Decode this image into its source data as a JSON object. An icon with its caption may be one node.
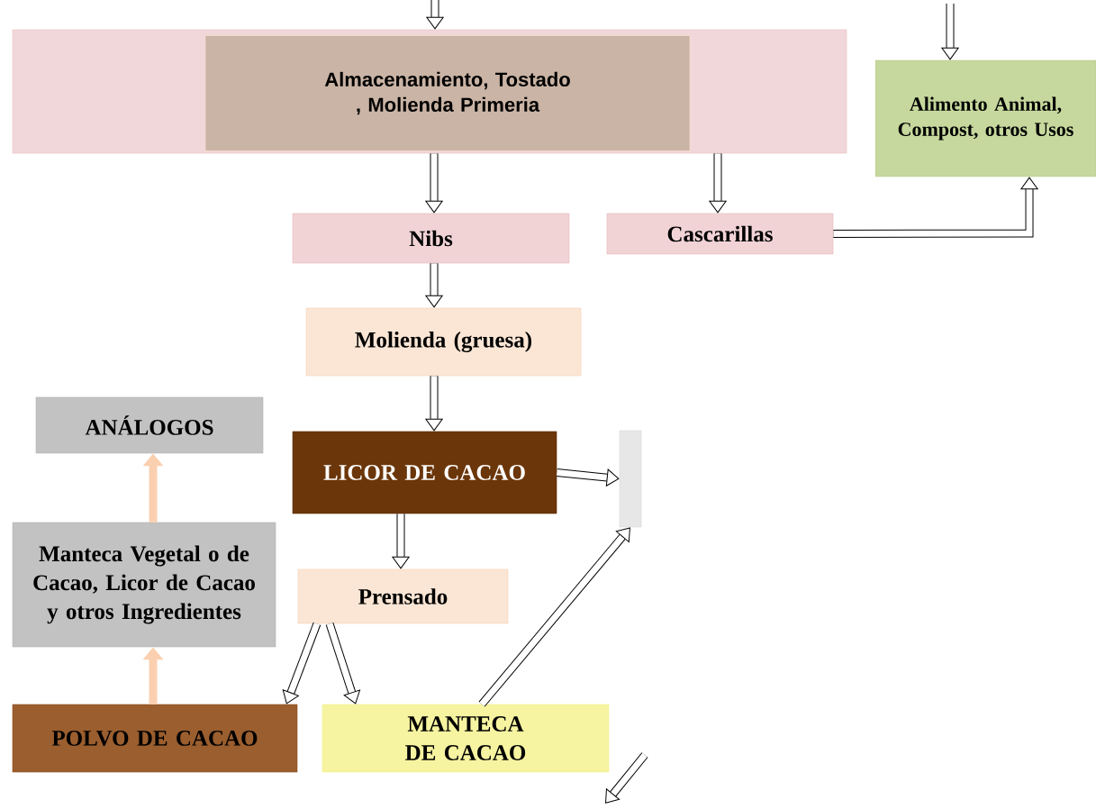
{
  "diagram": {
    "nodes": [
      {
        "text": [],
        "shape": "box"
      },
      {
        "text": [
          "Almacenamiento, Tostado , Molienda Primeria"
        ],
        "in": 0
      },
      {
        "text": [
          "Alimento Animal, Compost, otros Usos"
        ]
      },
      {
        "text": [
          "Nibs"
        ]
      },
      {
        "text": [
          "Cascarillas"
        ]
      },
      {
        "text": [
          "Molienda (gruesa)"
        ]
      },
      {
        "text": [
          "ANÁLOGOS"
        ]
      },
      {
        "text": [
          "LICOR DE CACAO"
        ]
      },
      {
        "text": [
          "Manteca Vegetal o de Cacao, Licor de Cacao  y otros Ingredientes"
        ]
      },
      {
        "text": [
          "Prensado"
        ]
      },
      {
        "text": [],
        "shape": "box"
      },
      {
        "text": [
          "POLVO DE CACAO"
        ]
      },
      {
        "text": [
          "MANTECA DE CACAO"
        ]
      }
    ],
    "edges": [
      {
        "from": null,
        "to": 0,
        "arrow": "to"
      },
      {
        "from": null,
        "to": 2,
        "arrow": "to"
      },
      {
        "from": 0,
        "to": 3,
        "arrow": "to"
      },
      {
        "from": 0,
        "to": 4,
        "arrow": "to"
      },
      {
        "from": 4,
        "to": 2,
        "arrow": "to"
      },
      {
        "from": 3,
        "to": 5,
        "arrow": "to"
      },
      {
        "from": 5,
        "to": 7,
        "arrow": "to"
      },
      {
        "from": 7,
        "to": 10,
        "arrow": "to"
      },
      {
        "from": 7,
        "to": 9,
        "arrow": "to"
      },
      {
        "from": 9,
        "to": 11,
        "arrow": "to"
      },
      {
        "from": 9,
        "to": 12,
        "arrow": "to"
      },
      {
        "from": 11,
        "to": 8,
        "arrow": "to",
        "color": "#fbd0b0"
      },
      {
        "from": 8,
        "to": 6,
        "arrow": "to",
        "color": "#fbd0b0"
      },
      {
        "from": 12,
        "to": 10,
        "arrow": "to"
      }
    ]
  }
}
